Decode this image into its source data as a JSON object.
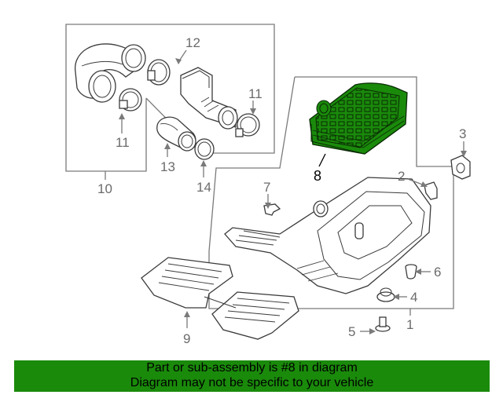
{
  "callouts": {
    "c1": "1",
    "c2": "2",
    "c3": "3",
    "c4": "4",
    "c5": "5",
    "c6": "6",
    "c7": "7",
    "c8": "8",
    "c9": "9",
    "c10": "10",
    "c11a": "11",
    "c11b": "11",
    "c12": "12",
    "c13": "13",
    "c14": "14"
  },
  "highlight_color": "#1a8a0b",
  "footer": {
    "line1": "Part or sub-assembly is #8 in diagram",
    "line2": "Diagram may not be specific to your vehicle"
  }
}
